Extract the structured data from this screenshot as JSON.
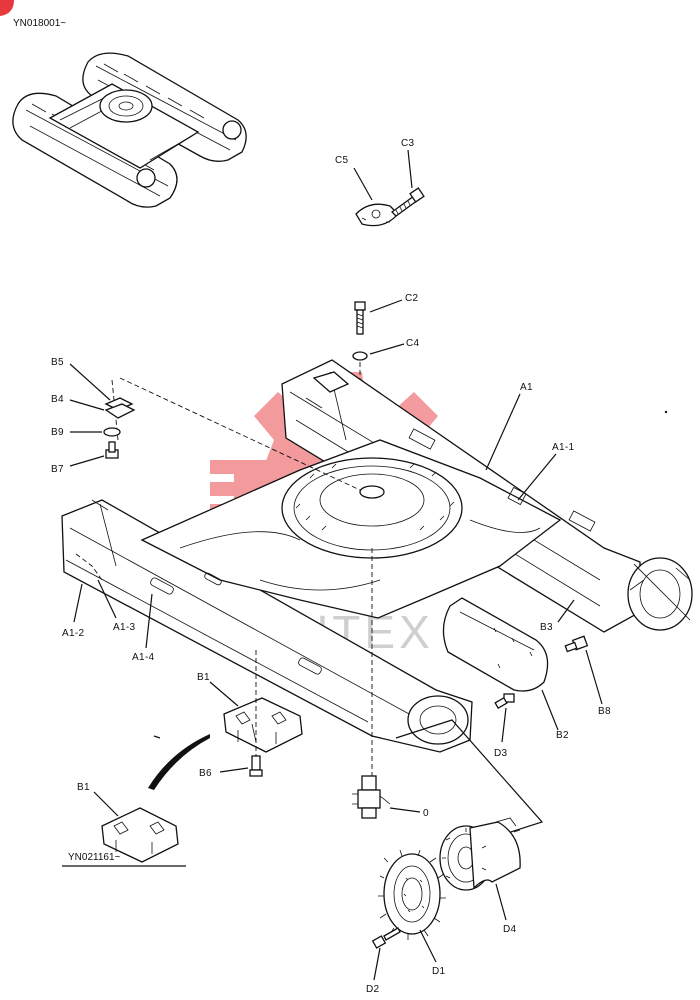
{
  "serials": {
    "top": "YN018001~",
    "bottom": "YN021161~"
  },
  "watermark": {
    "text": "ИНТЕХ",
    "color": "#e8383d"
  },
  "labels": {
    "c5": "C5",
    "c3": "C3",
    "c2": "C2",
    "c4": "C4",
    "b5": "B5",
    "b4": "B4",
    "b9": "B9",
    "b7": "B7",
    "a1": "A1",
    "a1_1": "A1-1",
    "a1_2": "A1-2",
    "a1_3": "A1-3",
    "a1_4": "A1-4",
    "b3": "B3",
    "b8": "B8",
    "b2": "B2",
    "d3": "D3",
    "b1_upper": "B1",
    "b1_lower": "B1",
    "b6": "B6",
    "zero": "0",
    "d4": "D4",
    "d1": "D1",
    "d2": "D2"
  }
}
